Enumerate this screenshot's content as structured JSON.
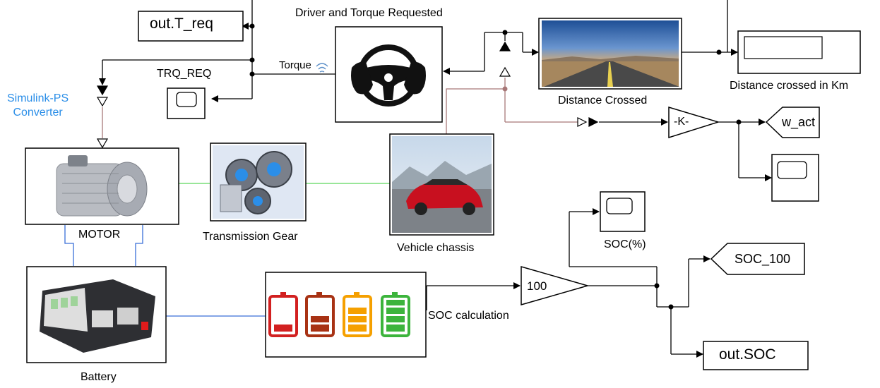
{
  "blocks": {
    "out_treq": "out.T_req",
    "trq_req": "TRQ_REQ",
    "torque_port": "Torque",
    "driver": "Driver and Torque Requested",
    "distance_crossed": "Distance Crossed",
    "distance_km": "Distance crossed in Km",
    "converter": "Simulink-PS\nConverter",
    "motor": "MOTOR",
    "transmission": "Transmission Gear",
    "chassis": "Vehicle chassis",
    "gain_k": "-K-",
    "w_act": "w_act",
    "soc_percent": "SOC(%)",
    "soc_100": "SOC_100",
    "gain_100": "100",
    "soc_calc": "SOC calculation",
    "out_soc": "out.SOC",
    "battery": "Battery"
  },
  "colors": {
    "signal": "#000000",
    "physical_blue": "#3a6fd8",
    "physical_green": "#5cd65c",
    "ps_brown": "#a87878",
    "converter_text": "#2a8ee8",
    "battery_red": "#d22020",
    "battery_darkred": "#a83214",
    "battery_orange": "#f5a000",
    "battery_green": "#3cb43c"
  }
}
